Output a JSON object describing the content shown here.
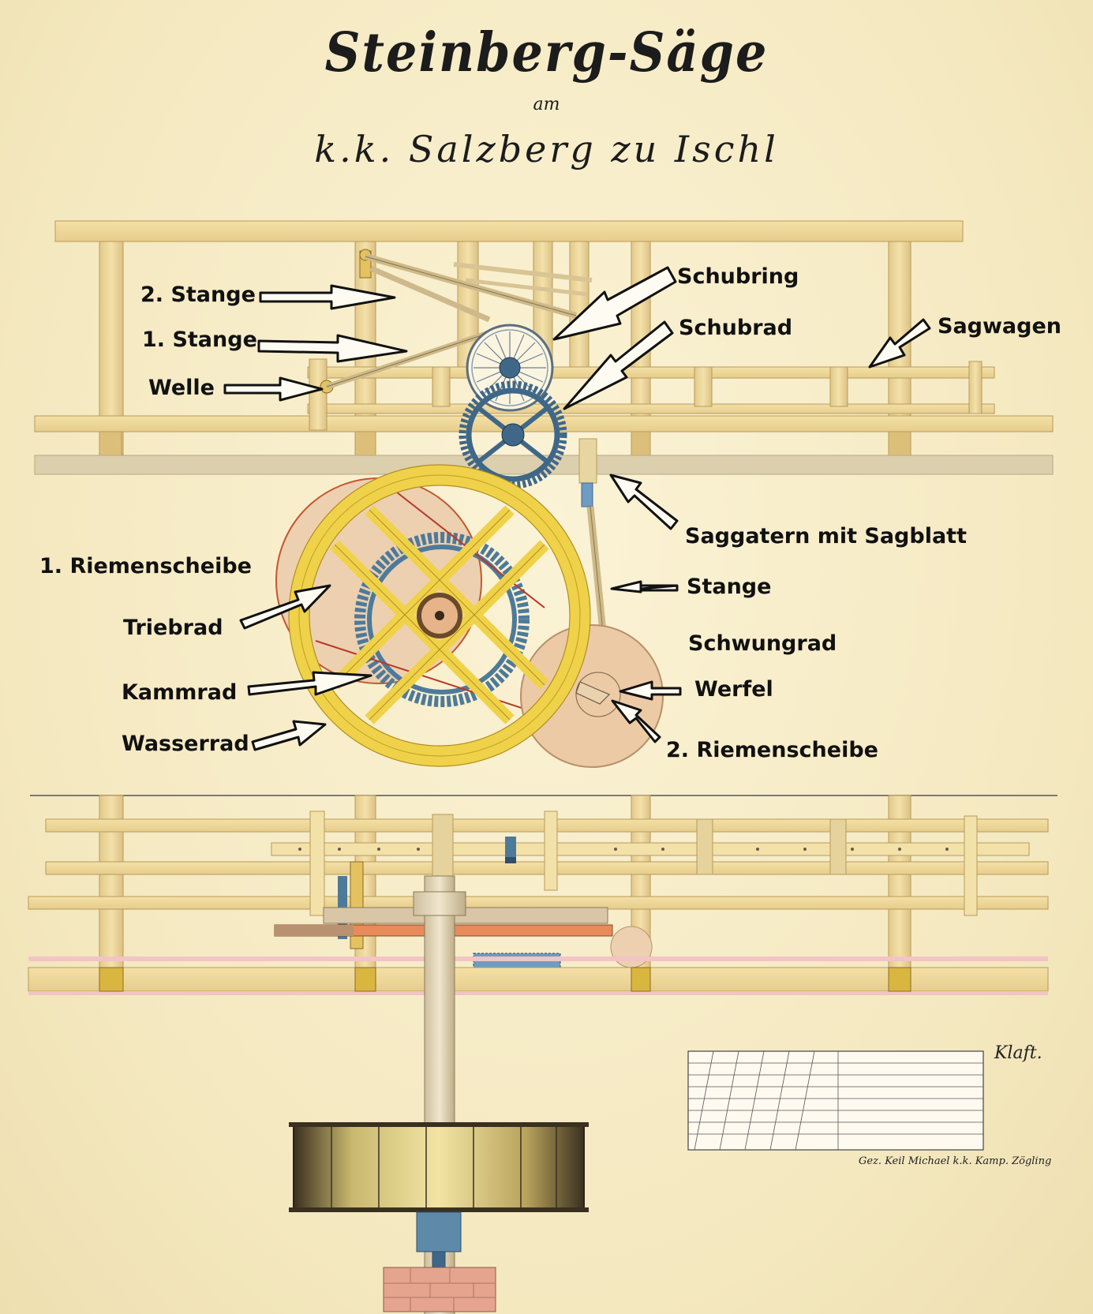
{
  "title": {
    "main": "Steinberg-Säge",
    "am": "am",
    "sub": "k.k. Salzberg zu Ischl"
  },
  "labels": {
    "stange2": "2. Stange",
    "stange1": "1. Stange",
    "welle": "Welle",
    "schubring": "Schubring",
    "schubrad": "Schubrad",
    "sagwagen": "Sagwagen",
    "saggatern": "Saggatern mit Sagblatt",
    "riemenscheibe1": "1. Riemenscheibe",
    "stange": "Stange",
    "triebrad": "Triebrad",
    "schwungrad": "Schwungrad",
    "kammrad": "Kammrad",
    "werfel": "Werfel",
    "wasserrad": "Wasserrad",
    "riemenscheibe2": "2. Riemenscheibe"
  },
  "scale": {
    "unit": "Klaft.",
    "signature": "Gez. Keil Michael k.k. Kamp. Zögling"
  },
  "colors": {
    "wood": "#f0d99a",
    "wood_dark": "#dcc07a",
    "wood_edge": "#b89a5a",
    "wheel_yellow": "#f0d24a",
    "gear_blue": "#4e7a9a",
    "pulley": "#e9c9a6",
    "belt_red": "#b83a2a",
    "arrow_fill": "#fefcf2",
    "ink": "#111111"
  }
}
